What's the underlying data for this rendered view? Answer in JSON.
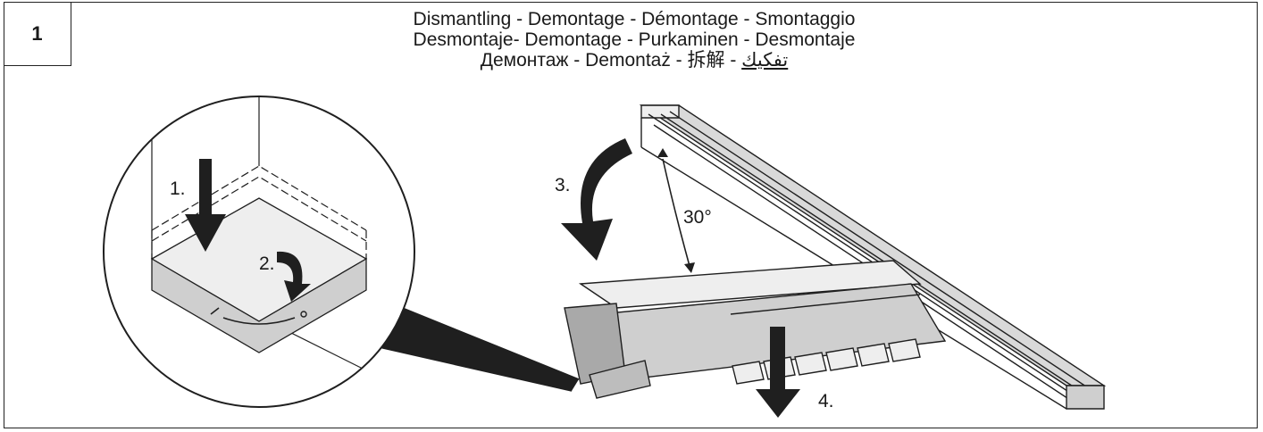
{
  "step_number": "1",
  "title": {
    "line1": "Dismantling - Demontage - Démontage - Smontaggio",
    "line2": "Desmontaje- Demontage - Purkaminen - Desmontaje",
    "line3_main": "Демонтаж - Demontaż - 拆解 - ",
    "line3_arabic": "تفكيك"
  },
  "labels": {
    "step1": "1.",
    "step2": "2.",
    "step3": "3.",
    "step4": "4.",
    "angle": "30°"
  },
  "colors": {
    "line": "#1f1f1f",
    "face_light": "#eeeeee",
    "face_mid": "#cfcfcf",
    "face_dark": "#a9a9a9",
    "rail": "#d9d9d9"
  }
}
